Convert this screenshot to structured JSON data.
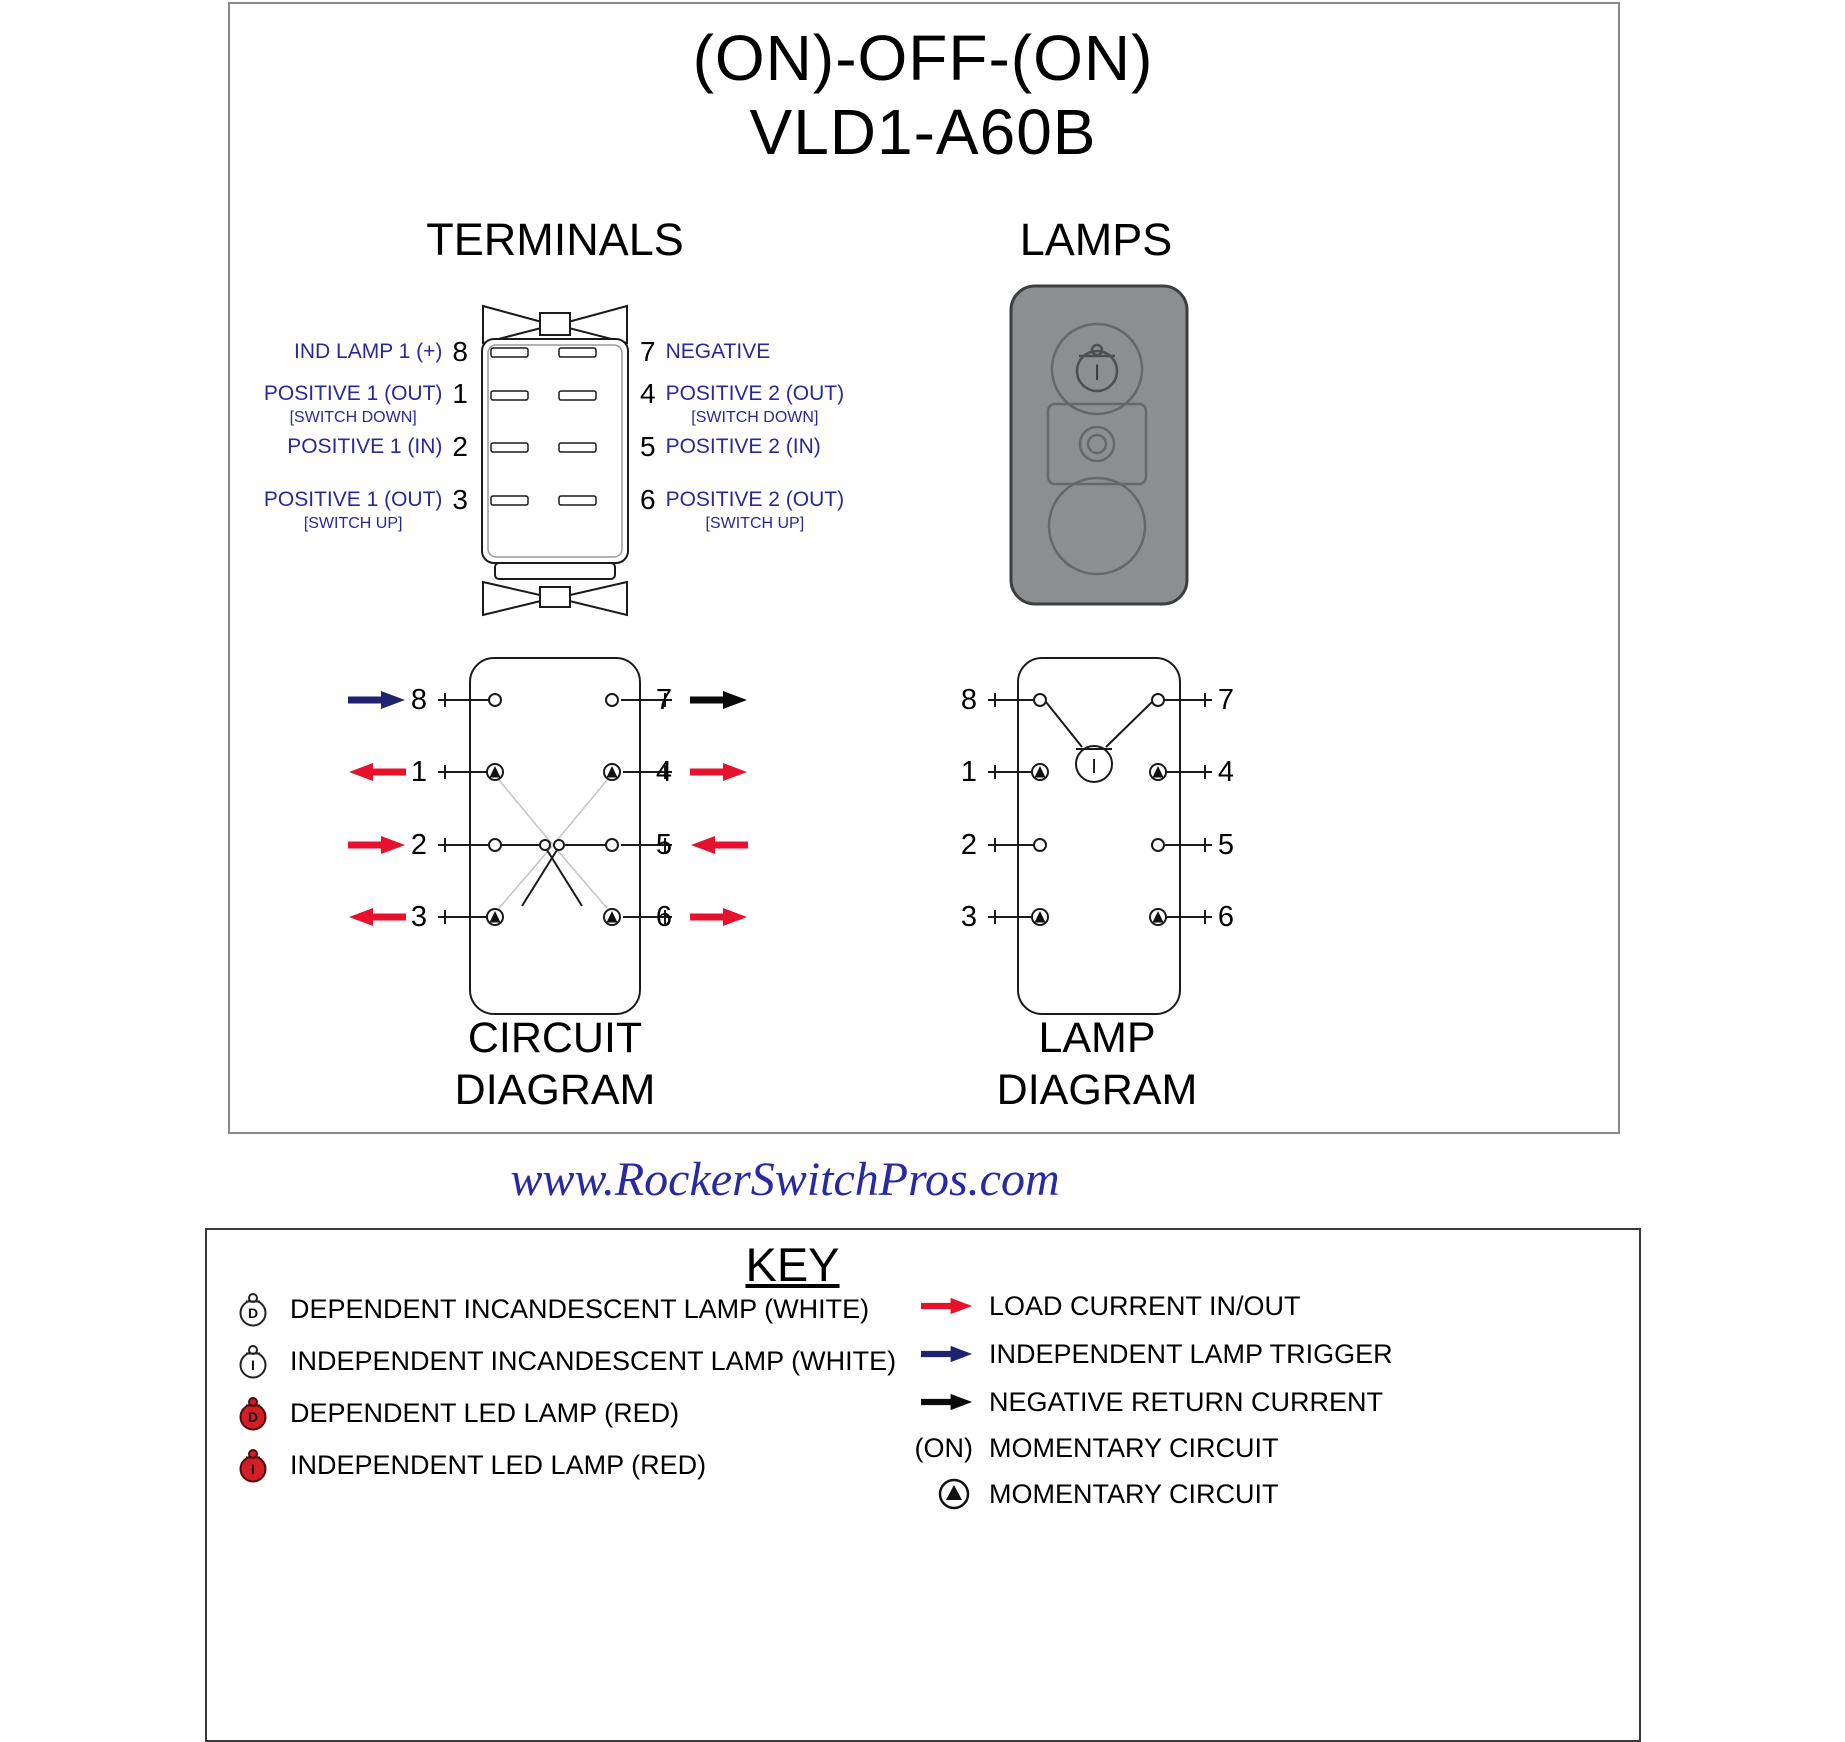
{
  "title": {
    "line1": "(ON)-OFF-(ON)",
    "line2": "VLD1-A60B"
  },
  "headings": {
    "terminals": "TERMINALS",
    "lamps": "LAMPS",
    "circuit_diagram_line1": "CIRCUIT",
    "circuit_diagram_line2": "DIAGRAM",
    "lamp_diagram_line1": "LAMP",
    "lamp_diagram_line2": "DIAGRAM"
  },
  "terminals": {
    "left_rows": [
      {
        "label": "IND LAMP 1 (+)",
        "sub": "",
        "number": "8"
      },
      {
        "label": "POSITIVE 1 (OUT)",
        "sub": "[SWITCH DOWN]",
        "number": "1"
      },
      {
        "label": "POSITIVE 1 (IN)",
        "sub": "",
        "number": "2"
      },
      {
        "label": "POSITIVE 1 (OUT)",
        "sub": "[SWITCH UP]",
        "number": "3"
      }
    ],
    "right_rows": [
      {
        "number": "7",
        "label": "NEGATIVE",
        "sub": ""
      },
      {
        "number": "4",
        "label": "POSITIVE 2 (OUT)",
        "sub": "[SWITCH DOWN]"
      },
      {
        "number": "5",
        "label": "POSITIVE 2 (IN)",
        "sub": ""
      },
      {
        "number": "6",
        "label": "POSITIVE 2 (OUT)",
        "sub": "[SWITCH UP]"
      }
    ]
  },
  "lamps_panel": {
    "lamp_letter": "I"
  },
  "circuit": {
    "left_pins": [
      "8",
      "1",
      "2",
      "3"
    ],
    "right_pins": [
      "7",
      "4",
      "5",
      "6"
    ]
  },
  "lamp_diagram": {
    "left_pins": [
      "8",
      "1",
      "2",
      "3"
    ],
    "right_pins": [
      "7",
      "4",
      "5",
      "6"
    ],
    "lamp_letter": "I"
  },
  "website": "www.RockerSwitchPros.com",
  "key": {
    "heading": "KEY",
    "left_items": [
      {
        "icon": "dependent-incandescent-lamp-icon",
        "letter": "D",
        "label": "DEPENDENT INCANDESCENT LAMP (WHITE)"
      },
      {
        "icon": "independent-incandescent-lamp-icon",
        "letter": "I",
        "label": "INDEPENDENT INCANDESCENT LAMP (WHITE)"
      },
      {
        "icon": "dependent-led-lamp-icon",
        "letter": "D",
        "label": "DEPENDENT LED LAMP (RED)"
      },
      {
        "icon": "independent-led-lamp-icon",
        "letter": "I",
        "label": "INDEPENDENT LED LAMP (RED)"
      }
    ],
    "right_items": [
      {
        "icon": "load-current-arrow-icon",
        "label": "LOAD CURRENT IN/OUT"
      },
      {
        "icon": "independent-lamp-trigger-arrow-icon",
        "label": "INDEPENDENT LAMP TRIGGER"
      },
      {
        "icon": "negative-return-arrow-icon",
        "label": "NEGATIVE RETURN CURRENT"
      },
      {
        "icon": "on-momentary-text",
        "prefix": "(ON)",
        "label": "MOMENTARY CIRCUIT"
      },
      {
        "icon": "momentary-contact-icon",
        "label": "MOMENTARY CIRCUIT"
      }
    ]
  },
  "colors": {
    "load_red": "#E8112D",
    "trigger_navy": "#20226F",
    "negative_black": "#0A0A0A",
    "label_navy": "#28289A",
    "website_blue": "#2929A3",
    "actuator_gray": "#8D8E90",
    "led_red": "#D21F26"
  }
}
